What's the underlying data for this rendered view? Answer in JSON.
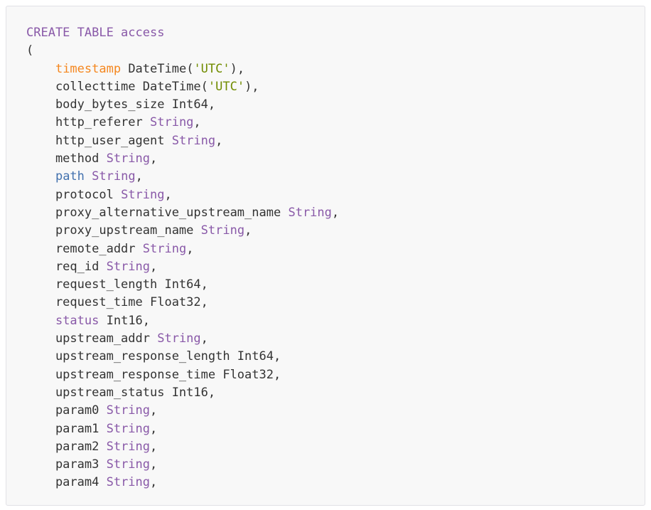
{
  "code": {
    "language": "sql",
    "background": "#f8f8f8",
    "border_color": "#e1e1e6",
    "colors": {
      "p": "#333333",
      "k": "#8959a8",
      "b": "#f5871f",
      "s": "#718c00",
      "f": "#4271ae"
    },
    "lines": [
      [
        [
          "k",
          "CREATE TABLE access"
        ]
      ],
      [
        [
          "p",
          "("
        ]
      ],
      [
        [
          "p",
          "    "
        ],
        [
          "b",
          "timestamp"
        ],
        [
          "p",
          " DateTime("
        ],
        [
          "s",
          "'UTC'"
        ],
        [
          "p",
          "),"
        ]
      ],
      [
        [
          "p",
          "    collecttime DateTime("
        ],
        [
          "s",
          "'UTC'"
        ],
        [
          "p",
          "),"
        ]
      ],
      [
        [
          "p",
          "    body_bytes_size Int64,"
        ]
      ],
      [
        [
          "p",
          "    http_referer "
        ],
        [
          "k",
          "String"
        ],
        [
          "p",
          ","
        ]
      ],
      [
        [
          "p",
          "    http_user_agent "
        ],
        [
          "k",
          "String"
        ],
        [
          "p",
          ","
        ]
      ],
      [
        [
          "p",
          "    method "
        ],
        [
          "k",
          "String"
        ],
        [
          "p",
          ","
        ]
      ],
      [
        [
          "p",
          "    "
        ],
        [
          "f",
          "path"
        ],
        [
          "p",
          " "
        ],
        [
          "k",
          "String"
        ],
        [
          "p",
          ","
        ]
      ],
      [
        [
          "p",
          "    protocol "
        ],
        [
          "k",
          "String"
        ],
        [
          "p",
          ","
        ]
      ],
      [
        [
          "p",
          "    proxy_alternative_upstream_name "
        ],
        [
          "k",
          "String"
        ],
        [
          "p",
          ","
        ]
      ],
      [
        [
          "p",
          "    proxy_upstream_name "
        ],
        [
          "k",
          "String"
        ],
        [
          "p",
          ","
        ]
      ],
      [
        [
          "p",
          "    remote_addr "
        ],
        [
          "k",
          "String"
        ],
        [
          "p",
          ","
        ]
      ],
      [
        [
          "p",
          "    req_id "
        ],
        [
          "k",
          "String"
        ],
        [
          "p",
          ","
        ]
      ],
      [
        [
          "p",
          "    request_length Int64,"
        ]
      ],
      [
        [
          "p",
          "    request_time Float32,"
        ]
      ],
      [
        [
          "p",
          "    "
        ],
        [
          "k",
          "status"
        ],
        [
          "p",
          " Int16,"
        ]
      ],
      [
        [
          "p",
          "    upstream_addr "
        ],
        [
          "k",
          "String"
        ],
        [
          "p",
          ","
        ]
      ],
      [
        [
          "p",
          "    upstream_response_length Int64,"
        ]
      ],
      [
        [
          "p",
          "    upstream_response_time Float32,"
        ]
      ],
      [
        [
          "p",
          "    upstream_status Int16,"
        ]
      ],
      [
        [
          "p",
          "    param0 "
        ],
        [
          "k",
          "String"
        ],
        [
          "p",
          ","
        ]
      ],
      [
        [
          "p",
          "    param1 "
        ],
        [
          "k",
          "String"
        ],
        [
          "p",
          ","
        ]
      ],
      [
        [
          "p",
          "    param2 "
        ],
        [
          "k",
          "String"
        ],
        [
          "p",
          ","
        ]
      ],
      [
        [
          "p",
          "    param3 "
        ],
        [
          "k",
          "String"
        ],
        [
          "p",
          ","
        ]
      ],
      [
        [
          "p",
          "    param4 "
        ],
        [
          "k",
          "String"
        ],
        [
          "p",
          ","
        ]
      ]
    ]
  }
}
